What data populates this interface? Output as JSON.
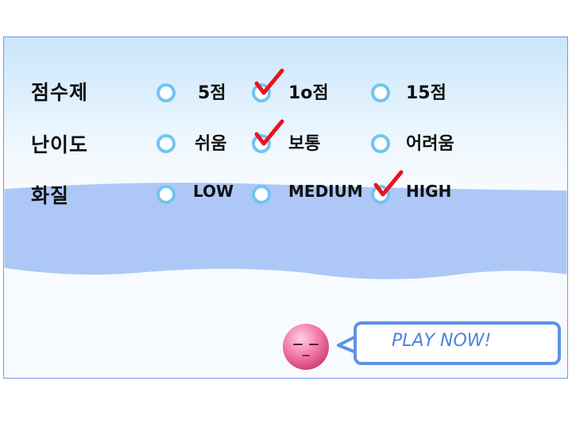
{
  "settings": {
    "rows": [
      {
        "label": "점수제",
        "options": [
          "5점",
          "1o점",
          "15점"
        ],
        "selected": 1
      },
      {
        "label": "난이도",
        "options": [
          "쉬움",
          "보통",
          "어려움"
        ],
        "selected": 1
      },
      {
        "label": "화질",
        "options": [
          "LOW",
          "MEDIUM",
          "HIGH"
        ],
        "selected": 2
      }
    ]
  },
  "play_button": {
    "label": "PLAY NOW!"
  },
  "colors": {
    "radio_ring": "#71c4f1",
    "checkmark": "#e8141e",
    "snow_band": "#adc8f7",
    "button_border": "#5d92e7",
    "mascot": "#f06f9c"
  },
  "icons": {
    "mascot": "pink-face-icon",
    "check": "red-checkmark-icon",
    "radio": "circle-radio-icon"
  }
}
